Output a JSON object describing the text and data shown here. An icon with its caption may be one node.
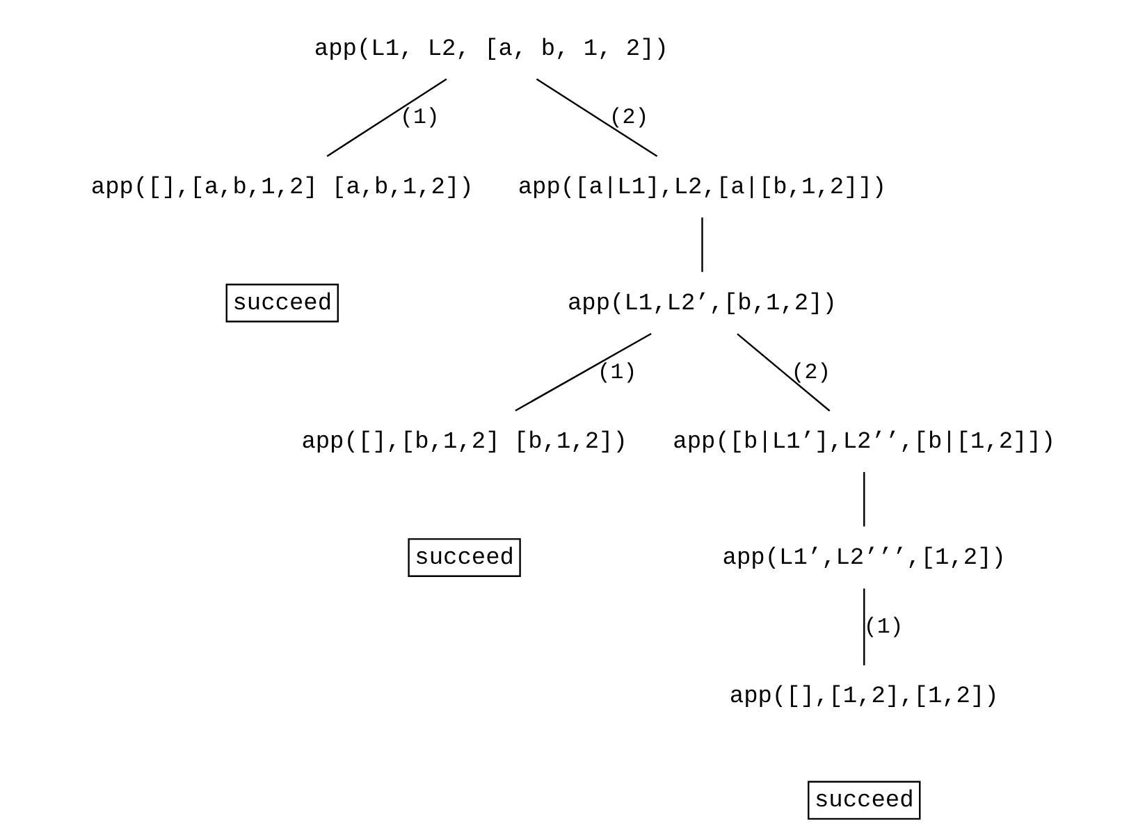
{
  "diagram": {
    "nodes": [
      {
        "text": [
          "app(L1, L2, [a, b, 1, 2])"
        ]
      },
      {
        "text": [
          "app([],[a,b,1,2] [a,b,1,2])"
        ]
      },
      {
        "text": [
          "app([a|L1],L2,[a|[b,1,2]])"
        ]
      },
      {
        "text": [
          "succeed"
        ]
      },
      {
        "text": [
          "app(L1,L2’,[b,1,2])"
        ]
      },
      {
        "text": [
          "app([],[b,1,2] [b,1,2])"
        ]
      },
      {
        "text": [
          "app([b|L1’],L2’’,[b|[1,2]])"
        ]
      },
      {
        "text": [
          "succeed"
        ]
      },
      {
        "text": [
          "app(L1’,L2’’’,[1,2])"
        ]
      },
      {
        "text": [
          "app([],[1,2],[1,2])"
        ]
      },
      {
        "text": [
          "succeed"
        ]
      }
    ],
    "edges": [
      {
        "from": 0,
        "to": 1,
        "arrow": "none",
        "label": "(1)"
      },
      {
        "from": 0,
        "to": 2,
        "arrow": "none",
        "label": "(2)"
      },
      {
        "from": 2,
        "to": 4,
        "arrow": "none"
      },
      {
        "from": 4,
        "to": 5,
        "arrow": "none",
        "label": "(1)"
      },
      {
        "from": 4,
        "to": 6,
        "arrow": "none",
        "label": "(2)"
      },
      {
        "from": 6,
        "to": 8,
        "arrow": "none"
      },
      {
        "from": 8,
        "to": 9,
        "arrow": "none",
        "label": "(1)"
      }
    ]
  }
}
